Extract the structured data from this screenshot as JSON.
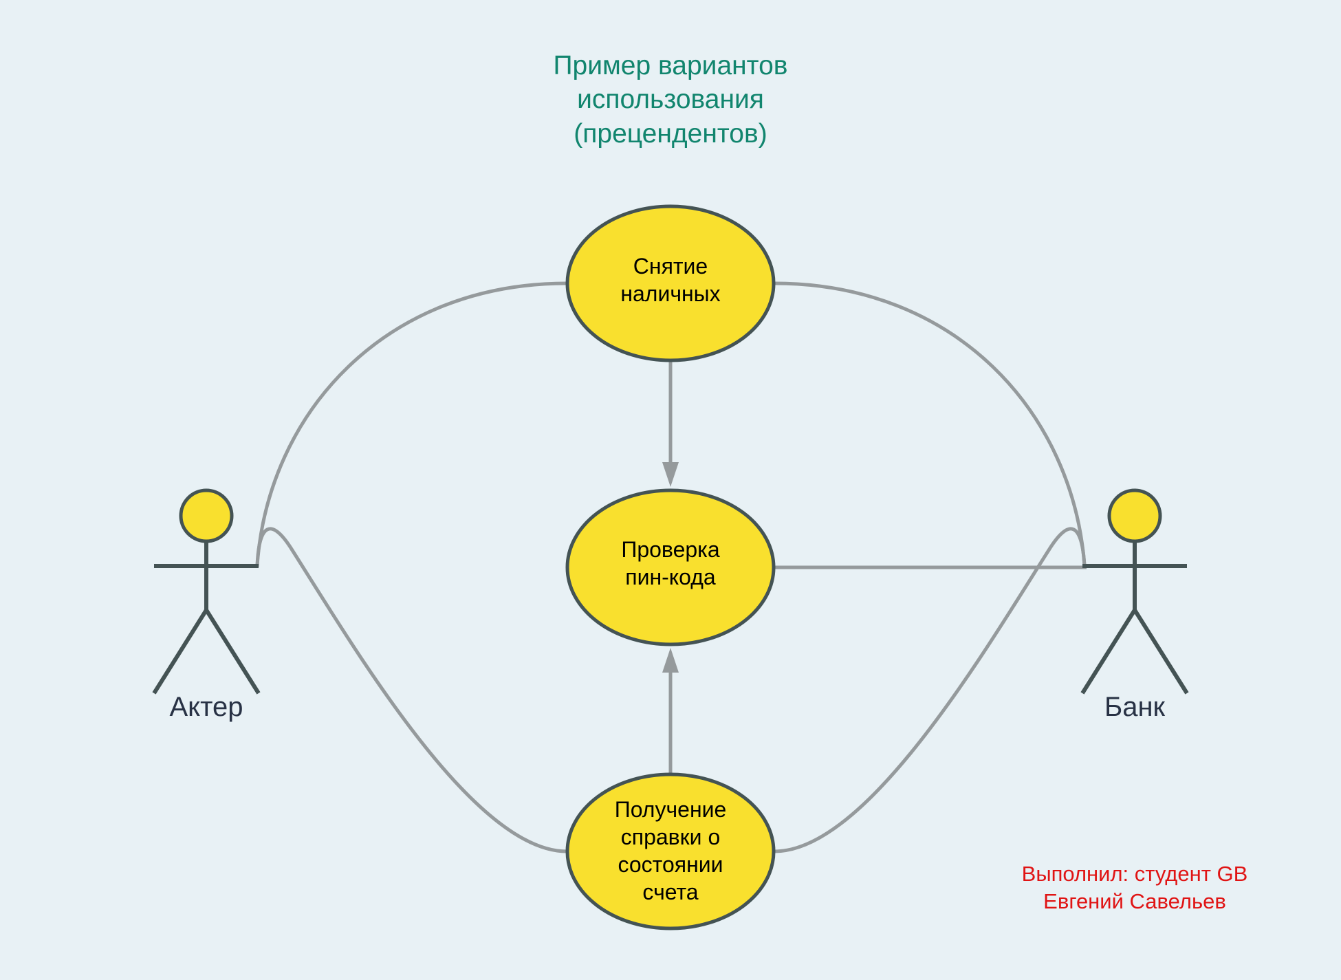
{
  "diagram": {
    "title_lines": [
      "Пример вариантов",
      "использования",
      "(прецендентов)"
    ],
    "use_cases": {
      "withdraw": {
        "label_lines": [
          "Снятие",
          "наличных"
        ]
      },
      "pin_check": {
        "label_lines": [
          "Проверка",
          "пин-кода"
        ]
      },
      "balance": {
        "label_lines": [
          "Получение",
          "справки о",
          "состоянии",
          "счета"
        ]
      }
    },
    "actors": {
      "left": {
        "label": "Актер"
      },
      "right": {
        "label": "Банк"
      }
    },
    "author_lines": [
      "Выполнил: студент GB",
      "Евгений Савельев"
    ],
    "colors": {
      "background": "#e8f1f5",
      "title": "#11856e",
      "use_case_fill": "#f9e02e",
      "outline": "#445354",
      "connector": "#959a9c",
      "author": "#e01414",
      "actor_label": "#283245"
    }
  }
}
